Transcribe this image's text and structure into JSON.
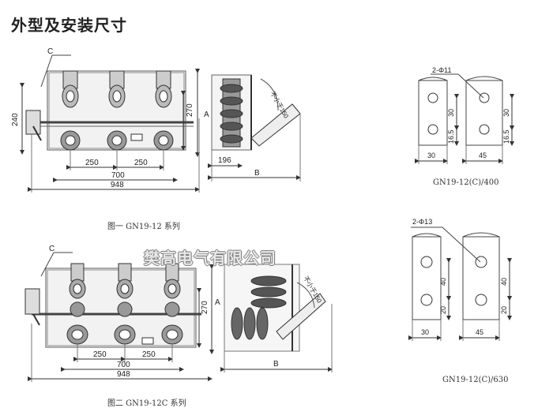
{
  "title": "外型及安装尺寸",
  "watermark": "樊高电气有限公司",
  "figure1": {
    "caption": "图一  GN19-12 系列",
    "callout": "C",
    "dims": {
      "d240": "240",
      "d270": "270",
      "d250a": "250",
      "d250b": "250",
      "d700": "700",
      "d948": "948",
      "d196": "196",
      "A": "A",
      "B": "B",
      "clearance": "不小于150"
    }
  },
  "figure2": {
    "caption": "图二  GN19-12C 系列",
    "callout": "C",
    "dims": {
      "d270": "270",
      "d250a": "250",
      "d250b": "250",
      "d700": "700",
      "d948": "948",
      "A": "A",
      "B": "B",
      "clearance": "不小于150"
    }
  },
  "detail1": {
    "caption": "GN19-12(C)/400",
    "hole": "2-Φ11",
    "dims": {
      "w30": "30",
      "w45": "45",
      "h30a": "30",
      "h165a": "16.5",
      "h30b": "30",
      "h165b": "16.5"
    }
  },
  "detail2": {
    "caption": "GN19-12(C)/630",
    "hole": "2-Φ13",
    "dims": {
      "w30": "30",
      "w45": "45",
      "h40a": "40",
      "h20a": "20",
      "h40b": "40",
      "h20b": "20"
    }
  }
}
